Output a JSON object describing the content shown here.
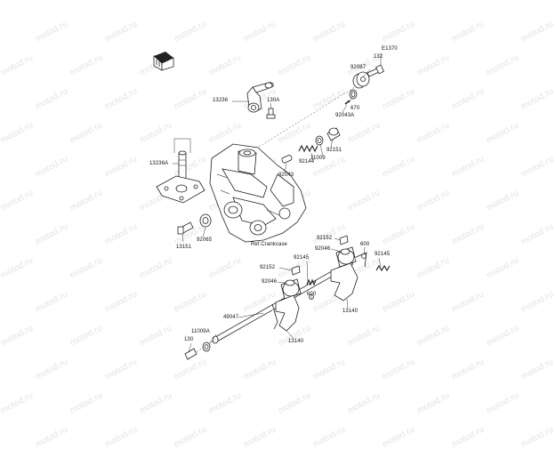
{
  "watermark": "motod.ru",
  "diagram_code": "E1370",
  "reference_note": "Ref.Crankcase",
  "parts": {
    "p132": "132",
    "p92087": "92087",
    "p670": "670",
    "p92043a": "92043A",
    "p13236": "13236",
    "p130a": "130A",
    "p13236a": "13236A",
    "p92151": "92151",
    "p11009": "11009",
    "p92144": "92144",
    "p92043": "92043",
    "p92065": "92065",
    "p13151": "13151",
    "p92152_top": "92152",
    "p600_top": "600",
    "p92046_top": "92046",
    "p92145_right": "92145",
    "p92145_mid": "92145",
    "p92152_mid": "92152",
    "p92046_mid": "92046",
    "p600_mid": "600",
    "p13140_right": "13140",
    "p49047": "49047",
    "p11009a": "11009A",
    "p130": "130",
    "p13140_left": "13140"
  },
  "colors": {
    "line": "#222222",
    "watermark": "#e3e3e3",
    "background": "#ffffff"
  }
}
